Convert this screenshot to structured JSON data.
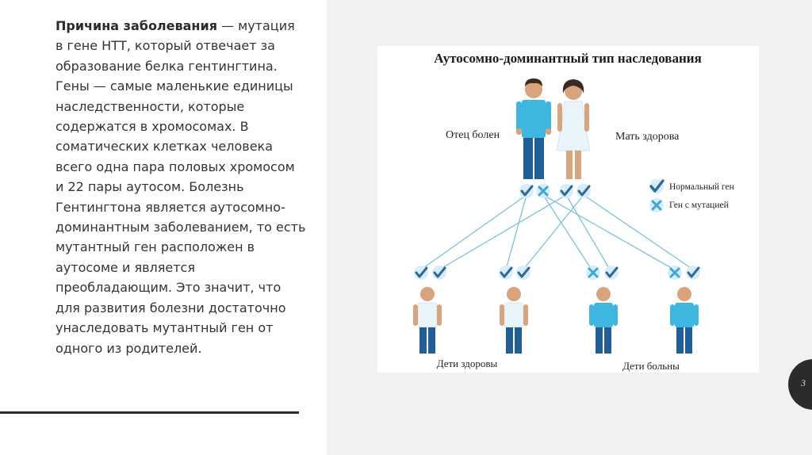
{
  "slide": {
    "paragraph_bold": "Причина заболевания",
    "paragraph_lines": [
      " — мутация",
      "в гене НТТ, который отвечает за",
      "образование белка гентингтина.",
      "Гены — самые маленькие единицы",
      "наследственности, которые",
      "содержатся в хромосомах. В",
      "соматических клетках человека",
      "всего одна пара половых хромосом",
      "и 22 пары аутосом. Болезнь",
      "Гентингтона является аутосомно-",
      "доминантным заболеванием, то есть",
      "мутантный ген расположен в",
      "аутосоме и является",
      "преобладающим. Это значит, что",
      "для развития болезни достаточно",
      "унаследовать мутантный ген от",
      "одного из родителей."
    ],
    "page_number": "3"
  },
  "diagram": {
    "title": "Аутосомно-доминантный тип наследования",
    "father_label": "Отец болен",
    "mother_label": "Мать здорова",
    "legend_normal": "Нормальный ген",
    "legend_mutation": "Ген с мутацией",
    "children_healthy_label": "Дети здоровы",
    "children_sick_label": "Дети больны"
  },
  "colors": {
    "check": "#2a6a9e",
    "mutation": "#39a9d9",
    "gene_bg": "#d8edf7",
    "line": "#7cc1dc",
    "shirt_sick": "#3eb7e0",
    "shirt_healthy": "#e8f5fb",
    "pants": "#1e5f9a",
    "skin": "#d9a37c",
    "hair_dark": "#3a2a22"
  }
}
